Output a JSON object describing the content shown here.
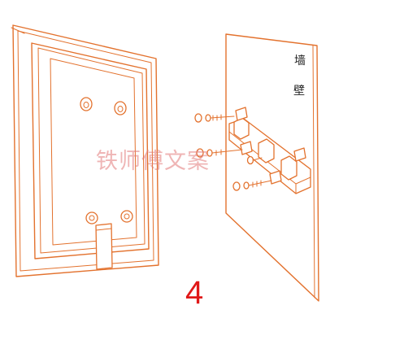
{
  "labels": {
    "wall_char_1": "墙",
    "wall_char_2": "壁",
    "watermark": "铁师傅文案",
    "step_number": "4"
  },
  "colors": {
    "line": "#e3722e",
    "step_number": "#e01818",
    "watermark": "#e07878",
    "background": "#ffffff"
  }
}
